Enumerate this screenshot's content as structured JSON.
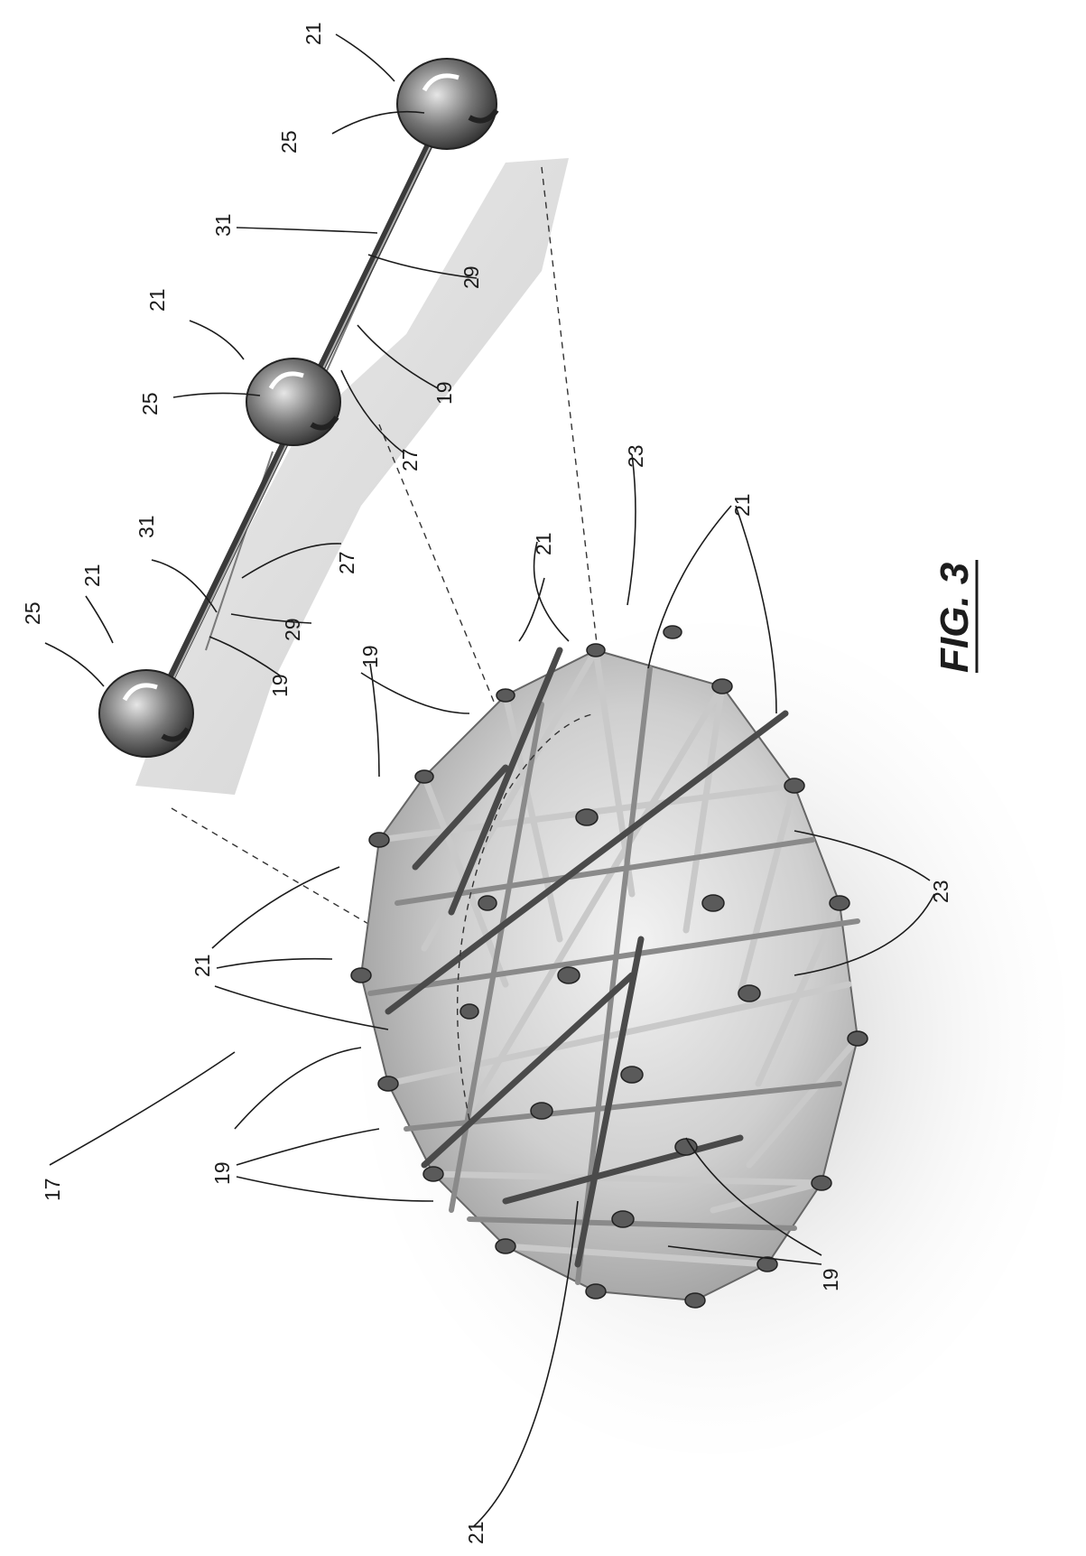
{
  "figure": {
    "caption": "FIG. 3",
    "labels": {
      "assembly": "17",
      "strut": "19",
      "connector": "21",
      "hub": "23",
      "ball": "25",
      "socket": "27",
      "rod": "29",
      "sleeve": "31"
    }
  },
  "colors": {
    "ink": "#1c1c1c",
    "shade": "#b8b8b8",
    "strut_light": "#c9c9c9",
    "strut_dark": "#4a4a4a"
  }
}
